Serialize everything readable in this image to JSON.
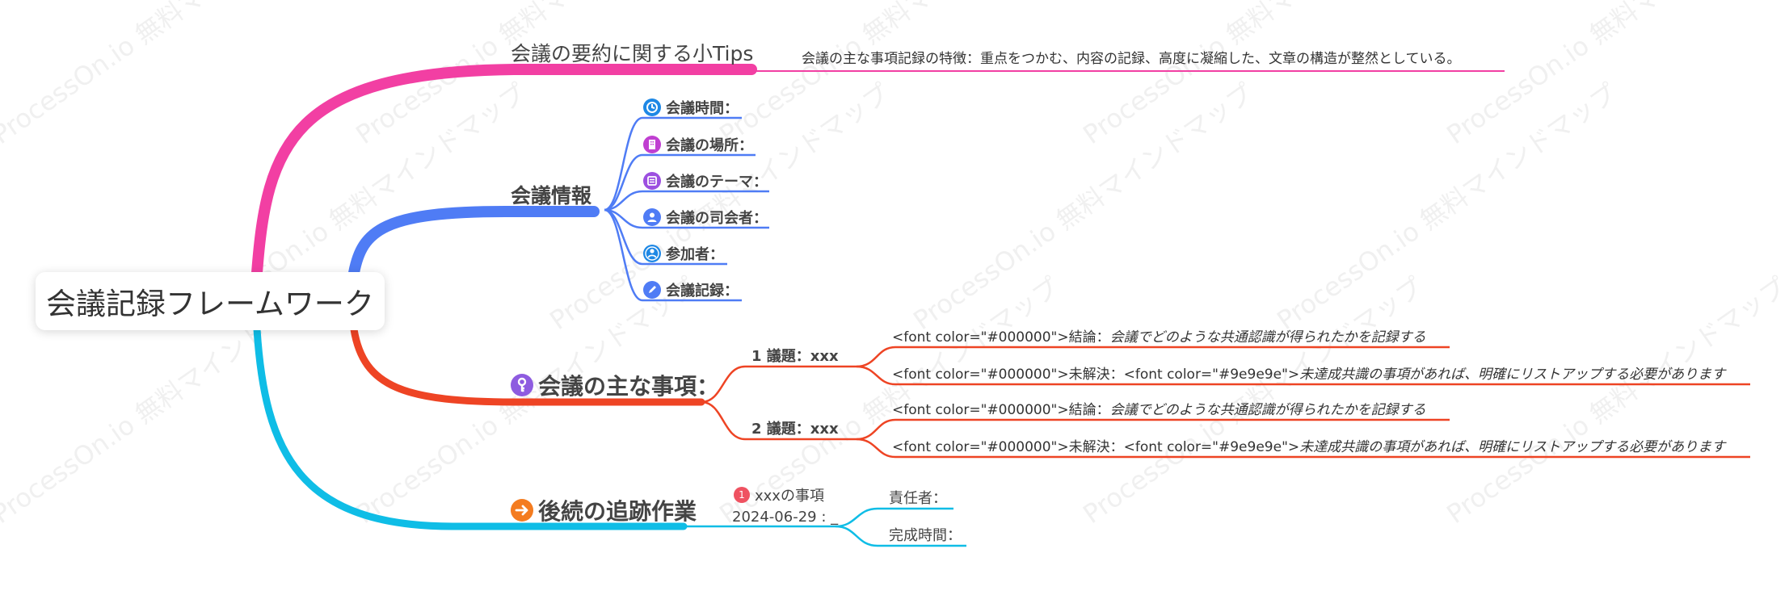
{
  "root": {
    "title": "会議記録フレームワーク"
  },
  "watermark": "ProcessOn.io 無料マインドマップ",
  "colors": {
    "tips": "#f23fa3",
    "info": "#4f7cf5",
    "matters": "#ee4424",
    "follow": "#0fbde6"
  },
  "tips": {
    "label": "会議の要約に関する小Tips",
    "detail": "会議の主な事項記録の特徴：重点をつかむ、内容の記録、高度に凝縮した、文章の構造が整然としている。"
  },
  "info": {
    "label": "会議情報",
    "items": [
      {
        "label": "会議時間：",
        "icon": "clock-icon",
        "color": "#1e88e5"
      },
      {
        "label": "会議の場所：",
        "icon": "building-icon",
        "color": "#c03fd1"
      },
      {
        "label": "会議のテーマ：",
        "icon": "list-icon",
        "color": "#9c4fe0"
      },
      {
        "label": "会議の司会者：",
        "icon": "person-icon",
        "color": "#4f7cf5"
      },
      {
        "label": "参加者：",
        "icon": "people-icon",
        "color": "#1e88e5"
      },
      {
        "label": "会議記録：",
        "icon": "pencil-icon",
        "color": "#4f7cf5"
      }
    ]
  },
  "matters": {
    "label": "会議の主な事項：",
    "icon": "key-icon",
    "topics": [
      {
        "label": "1 議題：xxx",
        "conclusion_prefix": "<font color=\"#000000\">結論：",
        "conclusion_text": "会議でどのような共通認識が得られたかを記録する",
        "unresolved_prefix": "<font color=\"#000000\">未解決：<font color=\"#9e9e9e\">",
        "unresolved_text": "未達成共識の事項があれば、明確にリストアップする必要があります"
      },
      {
        "label": "2 議題：xxx",
        "conclusion_prefix": "<font color=\"#000000\">結論：",
        "conclusion_text": "会議でどのような共通認識が得られたかを記録する",
        "unresolved_prefix": "<font color=\"#000000\">未解決：<font color=\"#9e9e9e\">",
        "unresolved_text": "未達成共識の事項があれば、明確にリストアップする必要があります"
      }
    ]
  },
  "follow": {
    "label": "後続の追跡作業",
    "icon": "arrow-right-icon",
    "task": {
      "badge": "1",
      "label": "xxxの事項",
      "date": "2024-06-29 : _"
    },
    "fields": [
      "責任者：",
      "完成時間："
    ]
  }
}
